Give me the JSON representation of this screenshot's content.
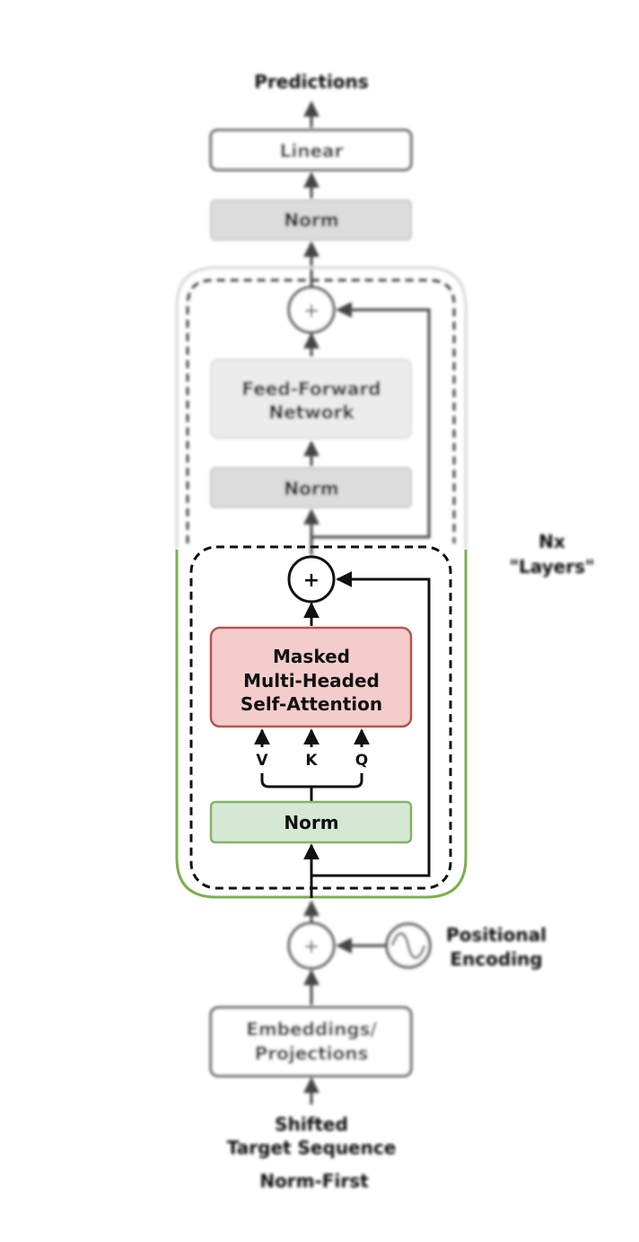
{
  "labels": {
    "predictions": "Predictions",
    "linear": "Linear",
    "norm_top": "Norm",
    "ffn_line1": "Feed-Forward",
    "ffn_line2": "Network",
    "norm_ffn": "Norm",
    "plus": "+",
    "nx_line1": "Nx",
    "nx_line2": "\"Layers\"",
    "mhsa_line1": "Masked",
    "mhsa_line2": "Multi-Headed",
    "mhsa_line3": "Self-Attention",
    "v": "V",
    "k": "K",
    "q": "Q",
    "norm_attn": "Norm",
    "pos_line1": "Positional",
    "pos_line2": "Encoding",
    "emb_line1": "Embeddings/",
    "emb_line2": "Projections",
    "input_line1": "Shifted",
    "input_line2": "Target Sequence",
    "caption": "Norm-First"
  },
  "colors": {
    "attention_fill": "#f4cccc",
    "attention_border": "#b85450",
    "norm_attn_fill": "#d5e8d4",
    "norm_attn_border": "#82b366",
    "green_highlight": "#7ab04e",
    "norm_gray_fill": "#dcdcdc",
    "ffn_fill": "#ececec",
    "ink": "#111111"
  }
}
